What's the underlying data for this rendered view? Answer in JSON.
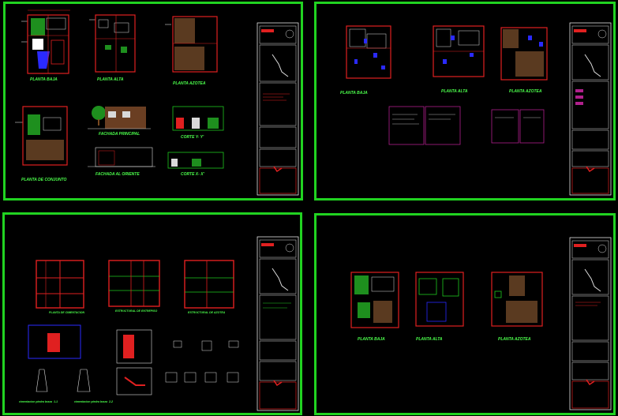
{
  "colors": {
    "border": "#21d321",
    "wall": "#e02020",
    "label": "#4cff4c",
    "note_frame": "#b0208c",
    "door": "#2a2aff",
    "furniture": "#cccccc"
  },
  "sheet1": {
    "labels": {
      "planta_baja": "PLANTA BAJA",
      "planta_alta": "PLANTA ALTA",
      "planta_azotea": "PLANTA AZOTEA",
      "planta_conjunto": "PLANTA DE CONJUNTO",
      "fachada_principal": "FACHADA PRINCIPAL",
      "fachada_oriente": "FACHADA AL ORIENTE",
      "corte_y": "CORTE Y- Y'",
      "corte_x": "CORTE X- X'"
    }
  },
  "sheet2": {
    "labels": {
      "planta_baja": "PLANTA BAJA",
      "planta_alta": "PLANTA ALTA",
      "planta_azotea": "PLANTA AZOTEA"
    }
  },
  "sheet3": {
    "labels": {
      "cimentacion": "PLANTA DE CIMENTACION",
      "entrepiso": "ESTRUCTURAL DE ENTREPISO",
      "azotea": "ESTRUCTURAL DE AZOTEA",
      "detalle_1": "cimentacion piedra braza",
      "detalle_2": "cimentacion piedra braza",
      "detalle_1_ref": "1-1",
      "detalle_2_ref": "2-2"
    }
  },
  "sheet4": {
    "labels": {
      "planta_baja": "PLANTA BAJA",
      "planta_alta": "PLANTA ALTA",
      "planta_azotea": "PLANTA AZOTEA"
    }
  }
}
